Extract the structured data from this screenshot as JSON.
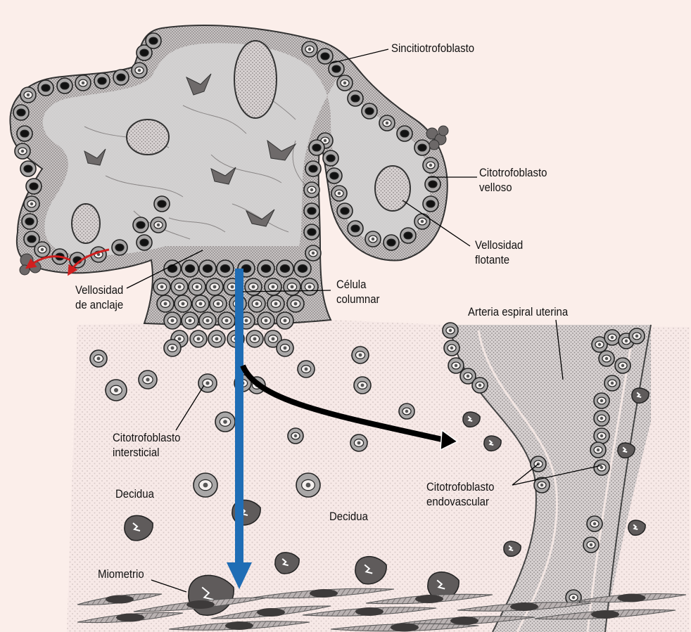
{
  "labels": {
    "sincitiotrofoblasto": "Sincitiotrofoblasto",
    "citotrofoblasto_velloso": [
      "Citotrofoblasto",
      "velloso"
    ],
    "vellosidad_flotante": [
      "Vellosidad",
      "flotante"
    ],
    "vellosidad_anclaje": [
      "Vellosidad",
      "de anclaje"
    ],
    "celula_columnar": [
      "Célula",
      "columnar"
    ],
    "arteria_espiral": "Arteria espiral uterina",
    "citotrofoblasto_intersticial": [
      "Citotrofoblasto",
      "intersticial"
    ],
    "decidua_left": "Decidua",
    "decidua_center": "Decidua",
    "citotrofoblasto_endovascular": [
      "Citotrofoblasto",
      "endovascular"
    ],
    "miometrio": "Miometrio"
  },
  "colors": {
    "background": "#fbeeea",
    "villus_core": "#d4d2d2",
    "decidua": "#f2e4e1",
    "cell_fill": "#a9a7a7",
    "nucleus": "#111111",
    "migration_arrow": "#1f6db5",
    "invasion_arrow": "#000000",
    "anchoring_arrows": "#d11f1f"
  }
}
